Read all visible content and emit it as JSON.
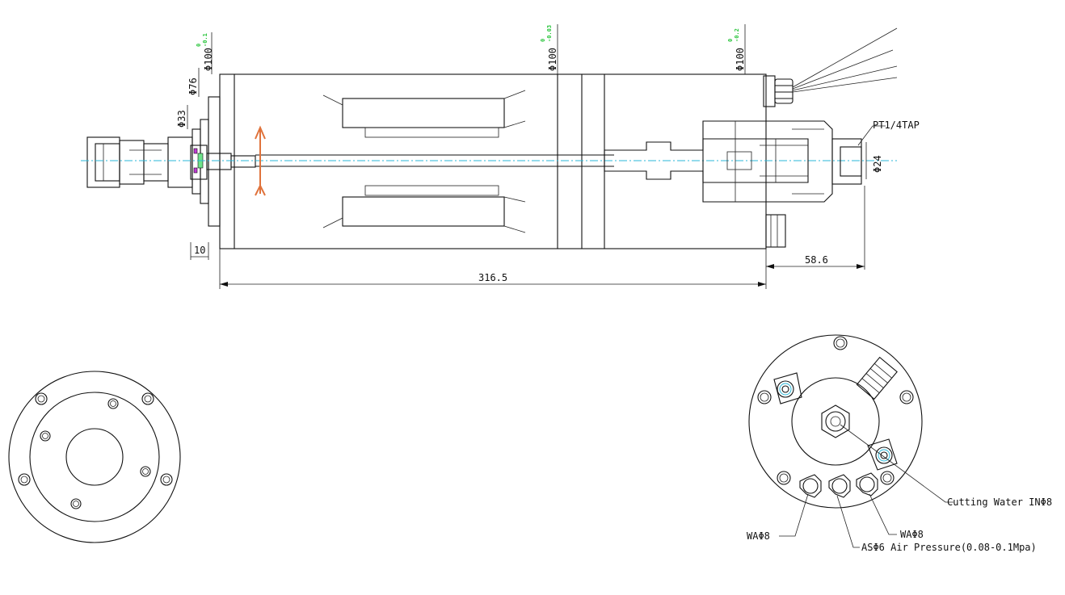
{
  "side_view": {
    "diameters": [
      {
        "label": "Φ100",
        "tol_upper": "0",
        "tol_lower": "-0.1"
      },
      {
        "label": "Φ76"
      },
      {
        "label": "Φ33"
      },
      {
        "label": "Φ100",
        "tol_upper": "0",
        "tol_lower": "-0.03"
      },
      {
        "label": "Φ100",
        "tol_upper": "0",
        "tol_lower": "-0.2"
      }
    ],
    "thread_label": "PT1/4TAP",
    "port_diameter": "Φ24",
    "dim_flange": "10",
    "dim_total": "316.5",
    "dim_rear": "58.6"
  },
  "rear_view": {
    "callouts": {
      "cutting_water": "Cutting Water INΦ8",
      "water_left": "WAΦ8",
      "water_right": "WAΦ8",
      "air": "ASΦ6 Air Pressure(0.08-0.1Mpa)"
    }
  },
  "colors": {
    "centerline": "#2ab7d9",
    "tolerance": "#27c43a",
    "arrow": "#e0733c",
    "seal": "#c23ad6"
  }
}
